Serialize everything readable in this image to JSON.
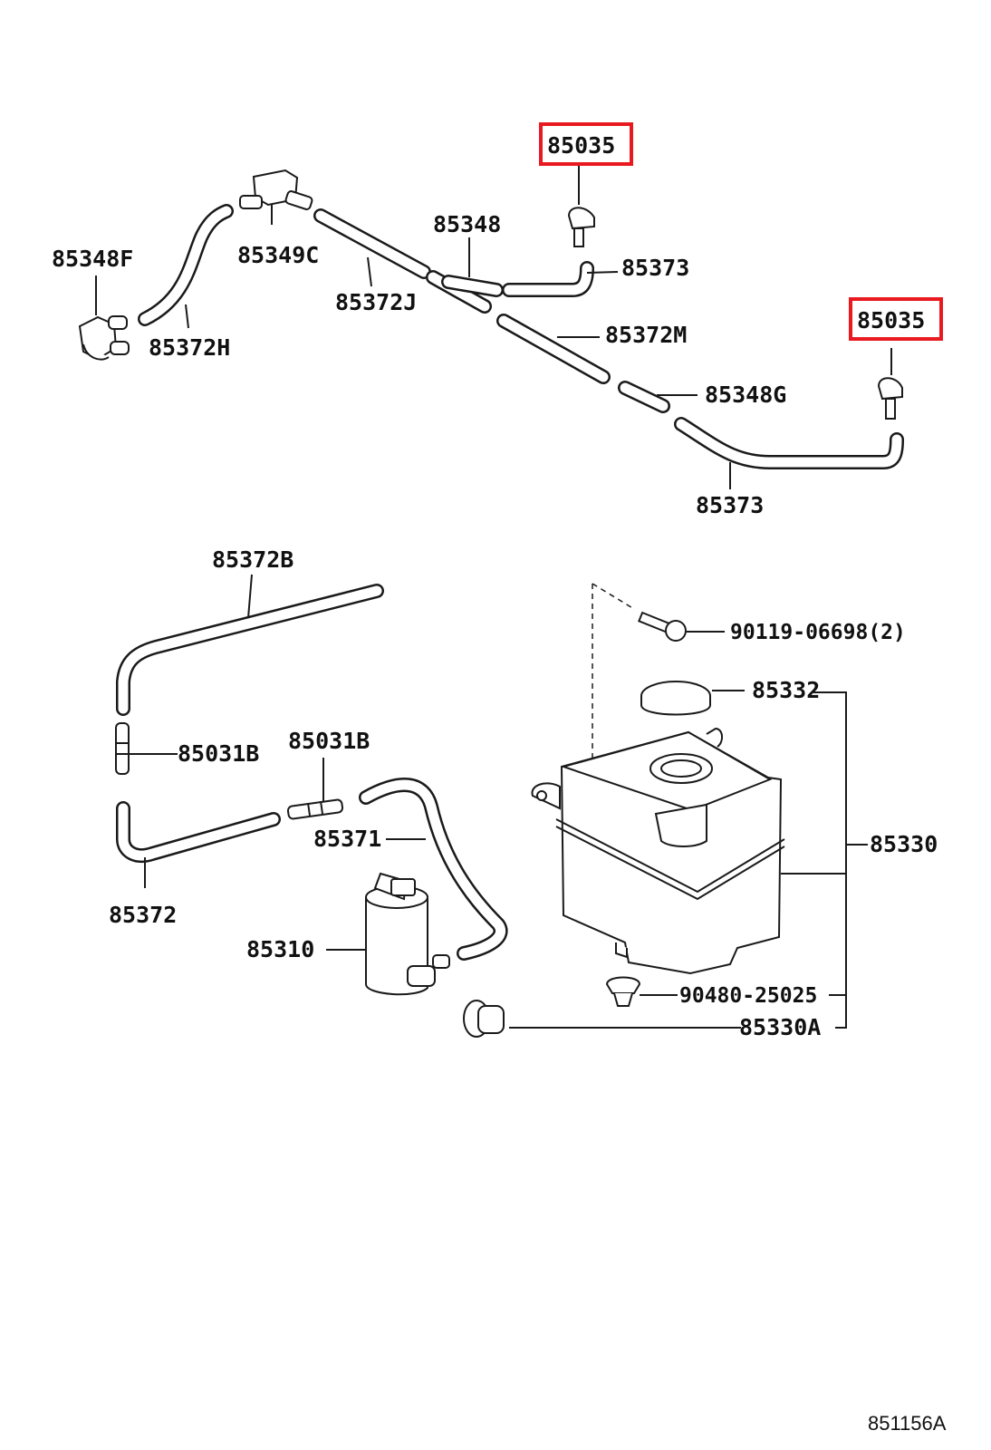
{
  "diagram": {
    "drawing_code": "851156A",
    "highlight_color": "#e8191f",
    "labels": {
      "p85035_a": "85035",
      "p85035_b": "85035",
      "p85348": "85348",
      "p85348F": "85348F",
      "p85349C": "85349C",
      "p85373_a": "85373",
      "p85372J": "85372J",
      "p85372H": "85372H",
      "p85372M": "85372M",
      "p85348G": "85348G",
      "p85373_b": "85373",
      "p85372B": "85372B",
      "p90119": "90119-06698(2)",
      "p85332": "85332",
      "p85031B_a": "85031B",
      "p85031B_b": "85031B",
      "p85371": "85371",
      "p85330": "85330",
      "p85372": "85372",
      "p85310": "85310",
      "p90480": "90480-25025",
      "p85330A": "85330A"
    }
  }
}
